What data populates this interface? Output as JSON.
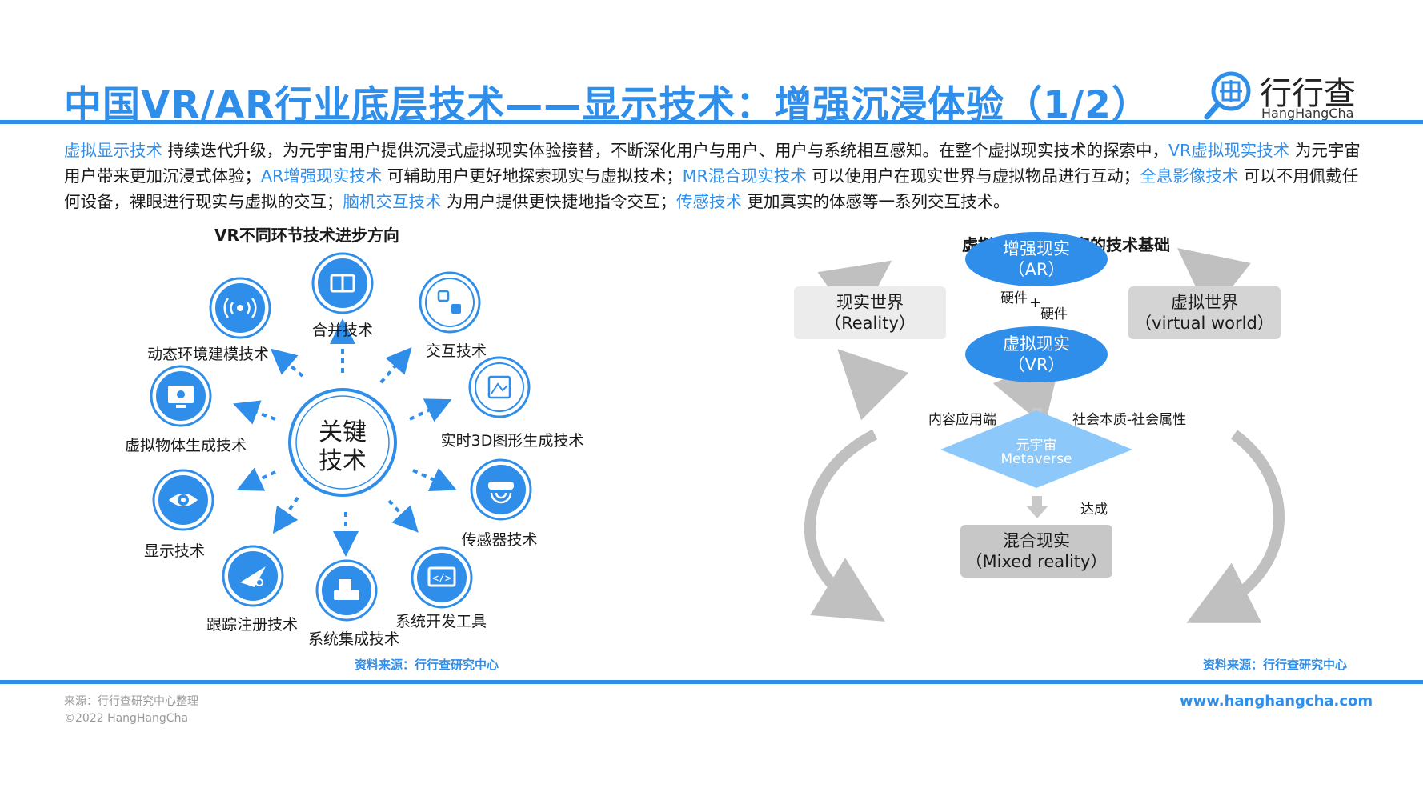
{
  "header": {
    "title": "中国VR/AR行业底层技术——显示技术：增强沉浸体验（1/2）",
    "logo_name": "行行查",
    "logo_sub": "HangHangCha"
  },
  "intro": {
    "seg1": "虚拟显示技术",
    "seg2": " 持续迭代升级，为元宇宙用户提供沉浸式虚拟现实体验接替，不断深化用户与用户、用户与系统相互感知。在整个虚拟现实技术的探索中，",
    "seg3": "VR虚拟现实技术",
    "seg4": " 为元宇宙用户带来更加沉浸式体验；",
    "seg5": "AR增强现实技术",
    "seg6": " 可辅助用户更好地探索现实与虚拟技术；",
    "seg7": "MR混合现实技术",
    "seg8": " 可以使用户在现实世界与虚拟物品进行互动；",
    "seg9": "全息影像技术",
    "seg10": " 可以不用佩戴任何设备，裸眼进行现实与虚拟的交互；",
    "seg11": "脑机交互技术",
    "seg12": " 为用户提供更快捷地指令交互；",
    "seg13": "传感技术",
    "seg14": " 更加真实的体感等一系列交互技术。"
  },
  "left_figure": {
    "title": "VR不同环节技术进步方向",
    "center_line1": "关键",
    "center_line2": "技术",
    "techs": [
      {
        "label": "合并技术",
        "icon": "merge-icon"
      },
      {
        "label": "交互技术",
        "icon": "interaction-icon"
      },
      {
        "label": "实时3D图形生成技术",
        "icon": "graphics-3d-icon"
      },
      {
        "label": "传感器技术",
        "icon": "sensor-icon"
      },
      {
        "label": "系统开发工具",
        "icon": "code-icon"
      },
      {
        "label": "系统集成技术",
        "icon": "integration-icon"
      },
      {
        "label": "跟踪注册技术",
        "icon": "tracking-icon"
      },
      {
        "label": "显示技术",
        "icon": "eye-icon"
      },
      {
        "label": "虚拟物体生成技术",
        "icon": "monitor-icon"
      },
      {
        "label": "动态环境建模技术",
        "icon": "signal-icon"
      }
    ],
    "source": "资料来源：行行查研究中心"
  },
  "right_figure": {
    "title": "虚拟显示是元宇宙的技术基础",
    "ar_line1": "增强现实",
    "ar_line2": "（AR）",
    "vr_line1": "虚拟现实",
    "vr_line2": "（VR）",
    "reality_line1": "现实世界",
    "reality_line2": "（Reality）",
    "virtual_line1": "虚拟世界",
    "virtual_line2": "（virtual world）",
    "hardware_1": "硬件",
    "plus": "+",
    "hardware_2": "硬件",
    "content_side": "内容应用端",
    "social": "社会本质-社会属性",
    "metaverse_line1": "元宇宙",
    "metaverse_line2": "Metaverse",
    "achieve": "达成",
    "mr_line1": "混合现实",
    "mr_line2": "（Mixed reality）",
    "source": "资料来源：行行查研究中心"
  },
  "footer": {
    "source_note": "来源：行行查研究中心整理",
    "copyright": "©2022 HangHangCha",
    "url": "www.hanghangcha.com"
  },
  "colors": {
    "accent": "#2f8ee9",
    "light_blue": "#8cc8fa",
    "light_gray": "#ececec",
    "mid_gray": "#d4d4d4",
    "dark_gray": "#c7c7c7",
    "arrow_gray": "#c0c0c0"
  }
}
